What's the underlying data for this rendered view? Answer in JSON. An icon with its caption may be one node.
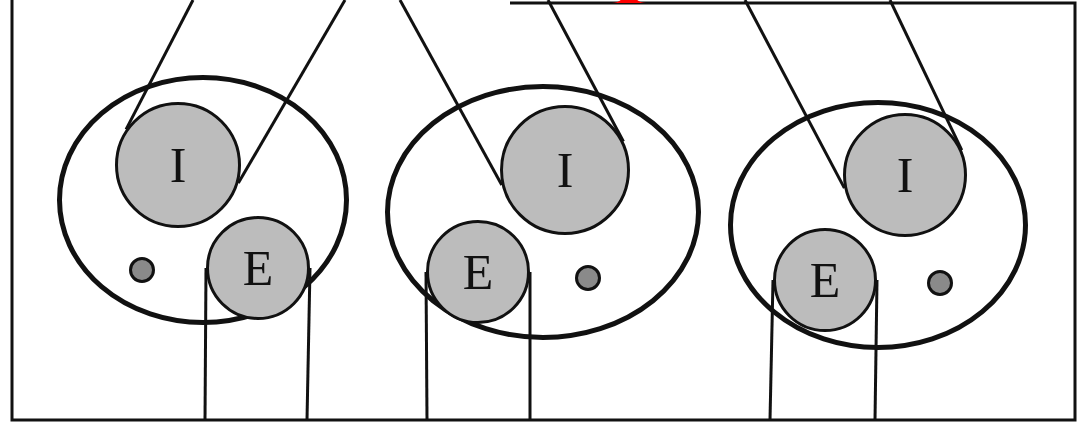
{
  "diagram": {
    "nodes": [
      {
        "text": [],
        "shape": "circle"
      },
      {
        "text": [
          "I"
        ],
        "in": 0
      },
      {
        "text": [
          "E"
        ],
        "in": 0
      },
      {
        "text": [],
        "shape": "circle",
        "in": 0
      },
      {
        "text": [],
        "shape": "circle"
      },
      {
        "text": [
          "I"
        ],
        "in": 4
      },
      {
        "text": [
          "E"
        ],
        "in": 4
      },
      {
        "text": [],
        "shape": "circle",
        "in": 4
      },
      {
        "text": [],
        "shape": "circle"
      },
      {
        "text": [
          "I"
        ],
        "in": 8
      },
      {
        "text": [
          "E"
        ],
        "in": 8
      },
      {
        "text": [],
        "shape": "circle",
        "in": 8
      }
    ],
    "edges": [
      {
        "from": null,
        "to": 1,
        "arrow": "none"
      },
      {
        "from": null,
        "to": 1,
        "arrow": "none"
      },
      {
        "from": 2,
        "to": null,
        "arrow": "none"
      },
      {
        "from": 2,
        "to": null,
        "arrow": "none"
      },
      {
        "from": null,
        "to": 5,
        "arrow": "none"
      },
      {
        "from": null,
        "to": 5,
        "arrow": "none"
      },
      {
        "from": 6,
        "to": null,
        "arrow": "none"
      },
      {
        "from": 6,
        "to": null,
        "arrow": "none"
      },
      {
        "from": null,
        "to": 9,
        "arrow": "none"
      },
      {
        "from": null,
        "to": 9,
        "arrow": "none"
      },
      {
        "from": 10,
        "to": null,
        "arrow": "none"
      },
      {
        "from": 10,
        "to": null,
        "arrow": "none"
      }
    ]
  }
}
